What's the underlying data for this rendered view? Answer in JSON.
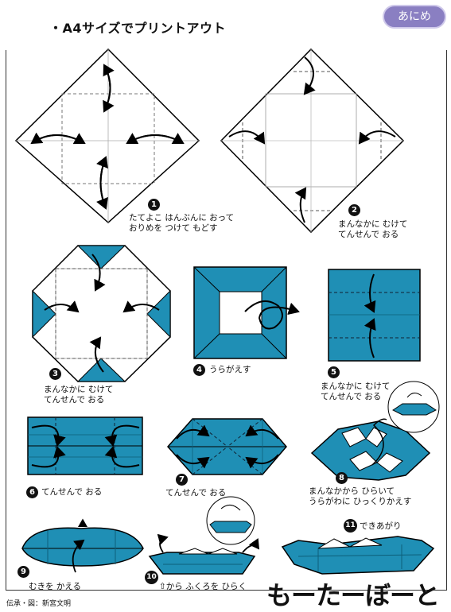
{
  "header": {
    "title": "・A4サイズでプリントアウト",
    "badge": "あにめ"
  },
  "steps": [
    {
      "num": "1",
      "line1": "たてよこ はんぶんに おって",
      "line2": "おりめを つけて もどす"
    },
    {
      "num": "2",
      "line1": "まんなかに むけて",
      "line2": "てんせんで おる"
    },
    {
      "num": "3",
      "line1": "まんなかに むけて",
      "line2": "てんせんで おる"
    },
    {
      "num": "4",
      "line1": "うらがえす"
    },
    {
      "num": "5",
      "line1": "まんなかに むけて",
      "line2": "てんせんで おる"
    },
    {
      "num": "6",
      "line1": "てんせんで おる"
    },
    {
      "num": "7",
      "line1": "てんせんで おる"
    },
    {
      "num": "8",
      "line1": "まんなかから ひらいて",
      "line2": "うらがわに ひっくりかえす"
    },
    {
      "num": "9",
      "line1": "むきを かえる"
    },
    {
      "num": "10",
      "line1": "⇧から ふくろを ひらく"
    },
    {
      "num": "11",
      "line1": "できあがり"
    }
  ],
  "footer": {
    "credit": "伝承・図：新宮文明",
    "title": "もーたーぼーと"
  },
  "colors": {
    "paper_blue": "#1f8fb5",
    "badge": "#8a7fc2"
  }
}
